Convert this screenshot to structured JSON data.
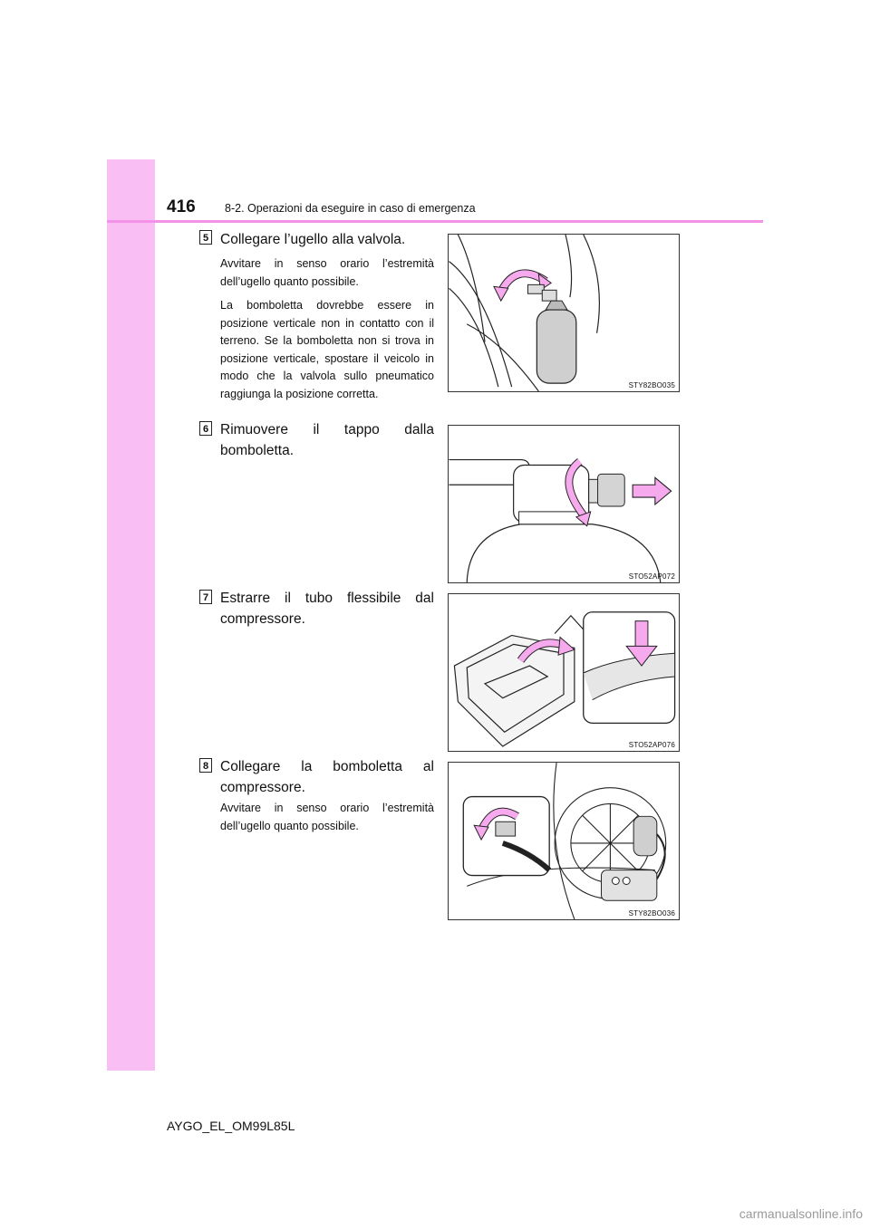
{
  "header": {
    "page_number": "416",
    "section": "8-2. Operazioni da eseguire in caso di emergenza"
  },
  "steps": [
    {
      "number": "5",
      "title": "Collegare l’ugello alla valvola.",
      "body": [
        "Avvitare in senso orario l’estremità dell’ugello quanto possibile.",
        "La bomboletta dovrebbe essere in posizione verticale non in contatto con il terreno. Se la bomboletta non si trova in posizione verticale, spostare il veicolo in modo che la valvola sullo pneumatico raggiunga la posizione corretta."
      ],
      "figure_code": "STY82BO035"
    },
    {
      "number": "6",
      "title_line1": "Rimuovere il tappo dalla",
      "title_line2": "bomboletta.",
      "figure_code": "STO52AP072"
    },
    {
      "number": "7",
      "title_line1": "Estrarre il tubo flessibile dal",
      "title_line2": "compressore.",
      "figure_code": "STO52AP076"
    },
    {
      "number": "8",
      "title_line1": "Collegare la bomboletta al",
      "title_line2": "compressore.",
      "body": [
        "Avvitare in senso orario l’estremità dell’ugello quanto possibile."
      ],
      "figure_code": "STY82BO036"
    }
  ],
  "footer": {
    "doc_code": "AYGO_EL_OM99L85L",
    "watermark": "carmanualsonline.info"
  },
  "colors": {
    "sidebar": "#f9bef3",
    "header_rule": "#f392e7",
    "arrow_pink": "#f7a9ee"
  }
}
